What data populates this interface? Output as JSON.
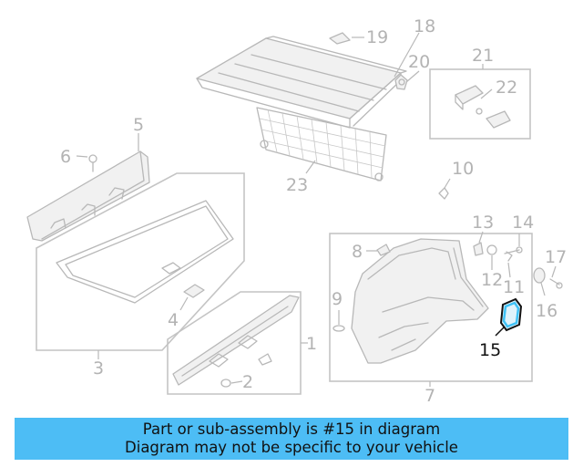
{
  "diagram": {
    "callouts": {
      "c1": "1",
      "c2": "2",
      "c3": "3",
      "c4": "4",
      "c5": "5",
      "c6": "6",
      "c7": "7",
      "c8": "8",
      "c9": "9",
      "c10": "10",
      "c11": "11",
      "c12": "12",
      "c13": "13",
      "c14": "14",
      "c15": "15",
      "c16": "16",
      "c17": "17",
      "c18": "18",
      "c19": "19",
      "c20": "20",
      "c21": "21",
      "c22": "22",
      "c23": "23"
    },
    "highlighted_part": "15",
    "highlight_color": "#3ec1f5"
  },
  "banner": {
    "line1": "Part or sub-assembly is #15 in diagram",
    "line2": "Diagram may not be specific to your vehicle",
    "background": "#4dbdf5"
  }
}
